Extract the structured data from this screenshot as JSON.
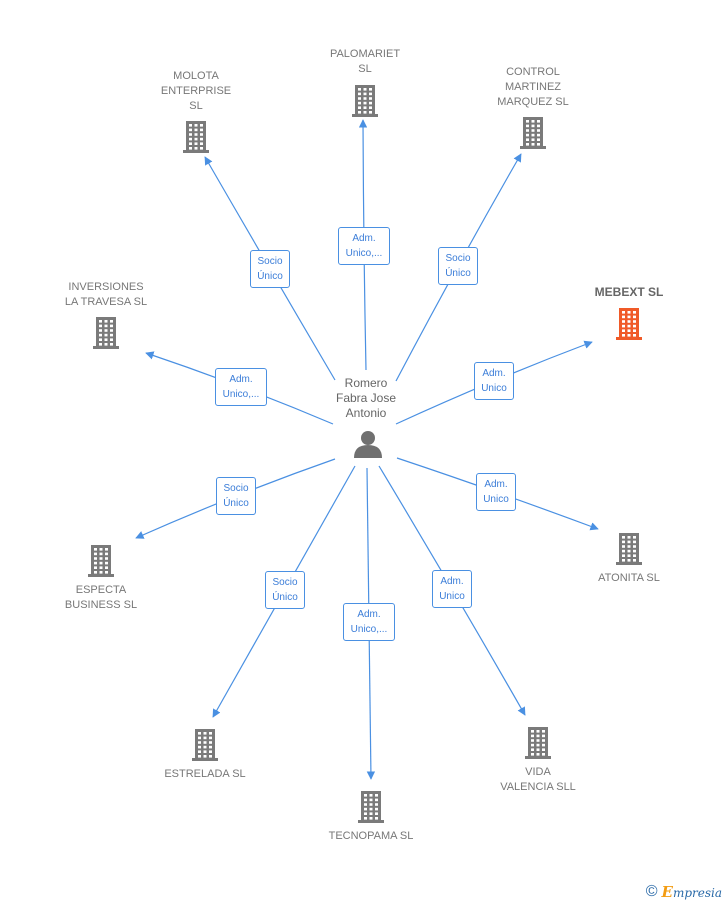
{
  "center": {
    "name": "Romero\nFabra Jose\nAntonio",
    "icon": "person-icon"
  },
  "companies": [
    {
      "id": "palomariet",
      "label": "PALOMARIET\nSL",
      "highlight": false
    },
    {
      "id": "molota",
      "label": "MOLOTA\nENTERPRISE\nSL",
      "highlight": false
    },
    {
      "id": "control-martinez",
      "label": "CONTROL\nMARTINEZ\nMARQUEZ  SL",
      "highlight": false
    },
    {
      "id": "inversiones",
      "label": "INVERSIONES\nLA TRAVESA  SL",
      "highlight": false
    },
    {
      "id": "mebext",
      "label": "MEBEXT  SL",
      "highlight": true
    },
    {
      "id": "especta",
      "label": "ESPECTA\nBUSINESS  SL",
      "highlight": false
    },
    {
      "id": "atonita",
      "label": "ATONITA SL",
      "highlight": false
    },
    {
      "id": "estrelada",
      "label": "ESTRELADA  SL",
      "highlight": false
    },
    {
      "id": "tecnopama",
      "label": "TECNOPAMA  SL",
      "highlight": false
    },
    {
      "id": "vida-valencia",
      "label": "VIDA\nVALENCIA SLL",
      "highlight": false
    }
  ],
  "edges": [
    {
      "to": "palomariet",
      "label": "Adm.\nUnico,..."
    },
    {
      "to": "molota",
      "label": "Socio\nÚnico"
    },
    {
      "to": "control-martinez",
      "label": "Socio\nÚnico"
    },
    {
      "to": "inversiones",
      "label": "Adm.\nUnico,..."
    },
    {
      "to": "mebext",
      "label": "Adm.\nUnico"
    },
    {
      "to": "especta",
      "label": "Socio\nÚnico"
    },
    {
      "to": "atonita",
      "label": "Adm.\nUnico"
    },
    {
      "to": "estrelada",
      "label": "Socio\nÚnico"
    },
    {
      "to": "tecnopama",
      "label": "Adm.\nUnico,..."
    },
    {
      "to": "vida-valencia",
      "label": "Adm.\nUnico"
    }
  ],
  "colors": {
    "edge": "#4a90e2",
    "building": "#7a7a7a",
    "building_highlight": "#f05a28",
    "person": "#707070"
  },
  "footer": {
    "copyright": "©",
    "brand_initial": "E",
    "brand_rest": "mpresia"
  }
}
